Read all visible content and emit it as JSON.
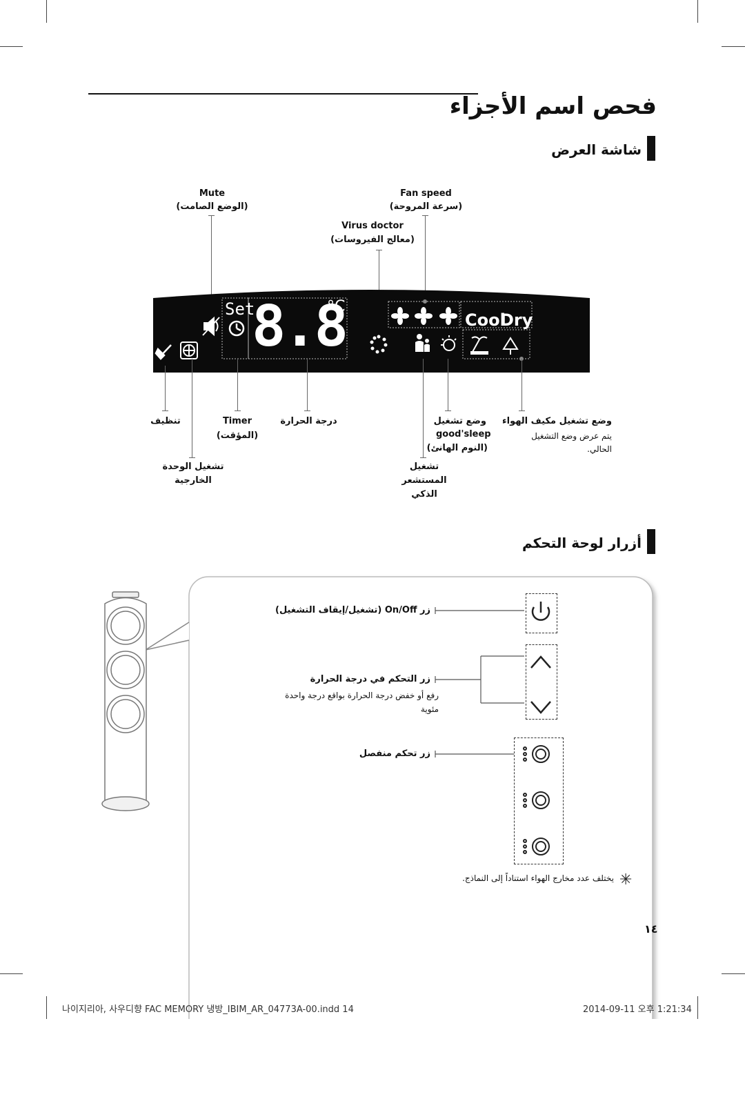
{
  "page": {
    "title": "فحص اسم الأجزاء",
    "page_number": "١٤"
  },
  "display_section": {
    "heading": "شاشة العرض",
    "top_labels": {
      "mute_en": "Mute",
      "mute_ar": "(الوضع الصامت)",
      "fan_speed_en": "Fan speed",
      "fan_speed_ar": "(سرعة المروحة)",
      "virus_doctor_en": "Virus doctor",
      "virus_doctor_ar": "(معالج الفيروسات)"
    },
    "display": {
      "set_label": "Set",
      "digits": "8.8",
      "unit": "°C",
      "cool_label": "Cool",
      "dry_label": "Dry"
    },
    "bottom_labels": {
      "clean": "تنظيف",
      "indoor_op_line1": "تشغيل الوحدة",
      "indoor_op_line2": "الخارجية",
      "timer_en": "Timer",
      "timer_ar": "(المؤقت)",
      "temperature": "درجة الحرارة",
      "mode_on": "وضع تشغيل",
      "good_sleep_en": "good'sleep",
      "good_sleep_ar": "(النوم الهانئ)",
      "sensor_line1": "تشغيل",
      "sensor_line2": "المستشعر",
      "sensor_line3": "الذكي",
      "ac_mode_line1": "وضع تشغيل مكيف الهواء",
      "ac_mode_line2": "يتم عرض وضع التشغيل",
      "ac_mode_line3": "الحالي."
    }
  },
  "control_section": {
    "heading": "أزرار لوحة التحكم",
    "power_label": "زر On/Off (تشغيل/إيقاف التشغيل)",
    "temp_label": "زر التحكم في درجة الحرارة",
    "temp_desc_line1": "رفع أو خفض درجة الحرارة بواقع درجة واحدة",
    "temp_desc_line2": "مئوية",
    "split_label": "زر تحكم منفصل",
    "note": "يختلف عدد مخارج الهواء استناداً إلى النماذج."
  },
  "footer": {
    "file_info": "나이지리아, 사우디향 FAC MEMORY 냉방_IBIM_AR_04773A-00.indd   14",
    "date_time": "2014-09-11   오후 1:21:34"
  },
  "colors": {
    "panel_bg": "#0b0b0b",
    "display_fg": "#ffffff",
    "line": "#666666",
    "bezel_bg": "#f4f4f4"
  }
}
